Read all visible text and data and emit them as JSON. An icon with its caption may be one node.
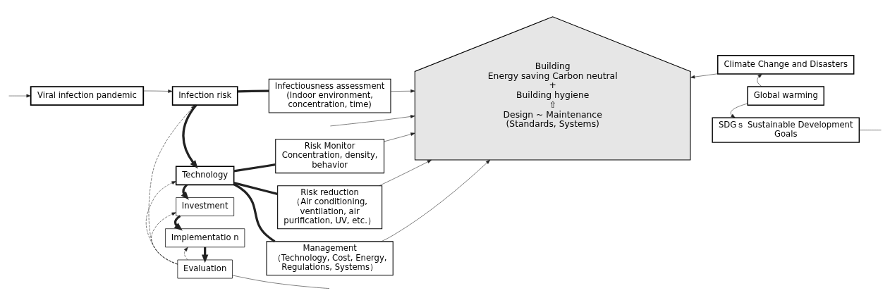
{
  "diagram": {
    "nodes": [
      {
        "text": [
          "Viral infection pandemic"
        ]
      },
      {
        "text": [
          "Infection risk"
        ]
      },
      {
        "text": [
          "Technology"
        ]
      },
      {
        "text": [
          "Investment"
        ]
      },
      {
        "text": [
          "Implementatio n"
        ]
      },
      {
        "text": [
          "Evaluation"
        ]
      },
      {
        "text": [
          "Infectiousness assessment (Indoor environment, concentration, time)"
        ]
      },
      {
        "text": [
          "Risk Monitor",
          "Concentration, density, behavior"
        ]
      },
      {
        "text": [
          "Risk reduction",
          "（Air conditioning, ventilation, air purification, UV, etc.）"
        ]
      },
      {
        "text": [
          "Management",
          "（Technology, Cost, Energy, Regulations, Systems）"
        ]
      },
      {
        "text": [
          "Building",
          "Energy saving Carbon neutral",
          "+",
          "Building hygiene",
          "⇧",
          "Design ~ Maintenance (Standards, Systems)"
        ]
      },
      {
        "text": [
          "Climate Change and Disasters"
        ]
      },
      {
        "text": [
          "Global warming"
        ]
      },
      {
        "text": [
          "SDGｓ Sustainable Development Goals"
        ]
      }
    ],
    "edges": [
      {
        "from": 0,
        "to": 1,
        "arrow": "to"
      },
      {
        "from": null,
        "to": 0,
        "arrow": "to"
      },
      {
        "from": 1,
        "to": 2,
        "arrow": "to",
        "style": "thick"
      },
      {
        "from": 2,
        "to": 3,
        "arrow": "to",
        "style": "thick"
      },
      {
        "from": 3,
        "to": 4,
        "arrow": "to",
        "style": "thick"
      },
      {
        "from": 4,
        "to": 5,
        "arrow": "to",
        "style": "thick"
      },
      {
        "from": 5,
        "to": 1,
        "arrow": "to",
        "style": "dashed"
      },
      {
        "from": 5,
        "to": 2,
        "arrow": "to",
        "style": "dashed"
      },
      {
        "from": 5,
        "to": 3,
        "arrow": "to",
        "style": "dashed"
      },
      {
        "from": 5,
        "to": 4,
        "arrow": "to",
        "style": "dashed"
      },
      {
        "from": 5,
        "to": null,
        "arrow": "none"
      },
      {
        "from": 1,
        "to": 6,
        "arrow": "none",
        "style": "thick"
      },
      {
        "from": 2,
        "to": 7,
        "arrow": "none",
        "style": "thick"
      },
      {
        "from": 2,
        "to": 8,
        "arrow": "none",
        "style": "thick"
      },
      {
        "from": 2,
        "to": 9,
        "arrow": "none",
        "style": "thick"
      },
      {
        "from": 6,
        "to": 10,
        "arrow": "to"
      },
      {
        "from": 7,
        "to": 10,
        "arrow": "to"
      },
      {
        "from": 8,
        "to": 10,
        "arrow": "to"
      },
      {
        "from": 9,
        "to": 10,
        "arrow": "to"
      },
      {
        "from": 11,
        "to": 10,
        "arrow": "to"
      },
      {
        "from": null,
        "to": 10,
        "arrow": "to"
      },
      {
        "from": 12,
        "to": 11,
        "arrow": "to"
      },
      {
        "from": 12,
        "to": 13,
        "arrow": "to"
      },
      {
        "from": 13,
        "to": null,
        "arrow": "none"
      }
    ]
  }
}
